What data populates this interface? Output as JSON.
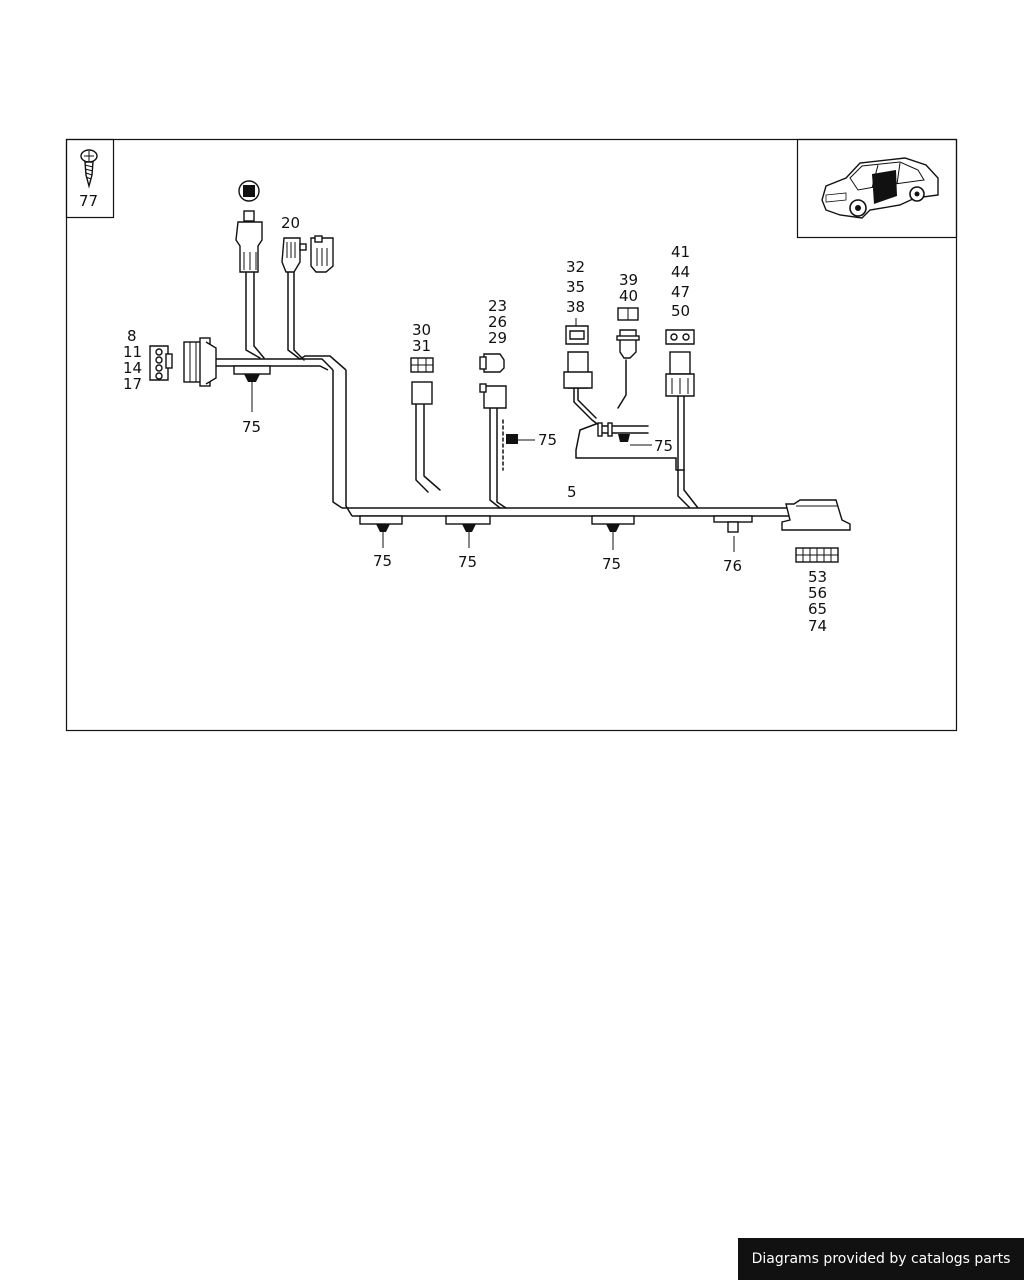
{
  "diagram": {
    "screw_label": "77",
    "labels": {
      "p20": "20",
      "p8": "8",
      "p11": "11",
      "p14": "14",
      "p17": "17",
      "p75_a": "75",
      "p30": "30",
      "p31": "31",
      "p23": "23",
      "p26": "26",
      "p29": "29",
      "p75_b": "75",
      "p32": "32",
      "p35": "35",
      "p38": "38",
      "p39": "39",
      "p40": "40",
      "p41": "41",
      "p44": "44",
      "p47": "47",
      "p50": "50",
      "p75_c": "75",
      "p5": "5",
      "p75_d": "75",
      "p75_e": "75",
      "p75_f": "75",
      "p76": "76",
      "p53": "53",
      "p56": "56",
      "p65": "65",
      "p74": "74"
    }
  },
  "footer": {
    "text": "Diagrams provided by catalogs parts"
  }
}
